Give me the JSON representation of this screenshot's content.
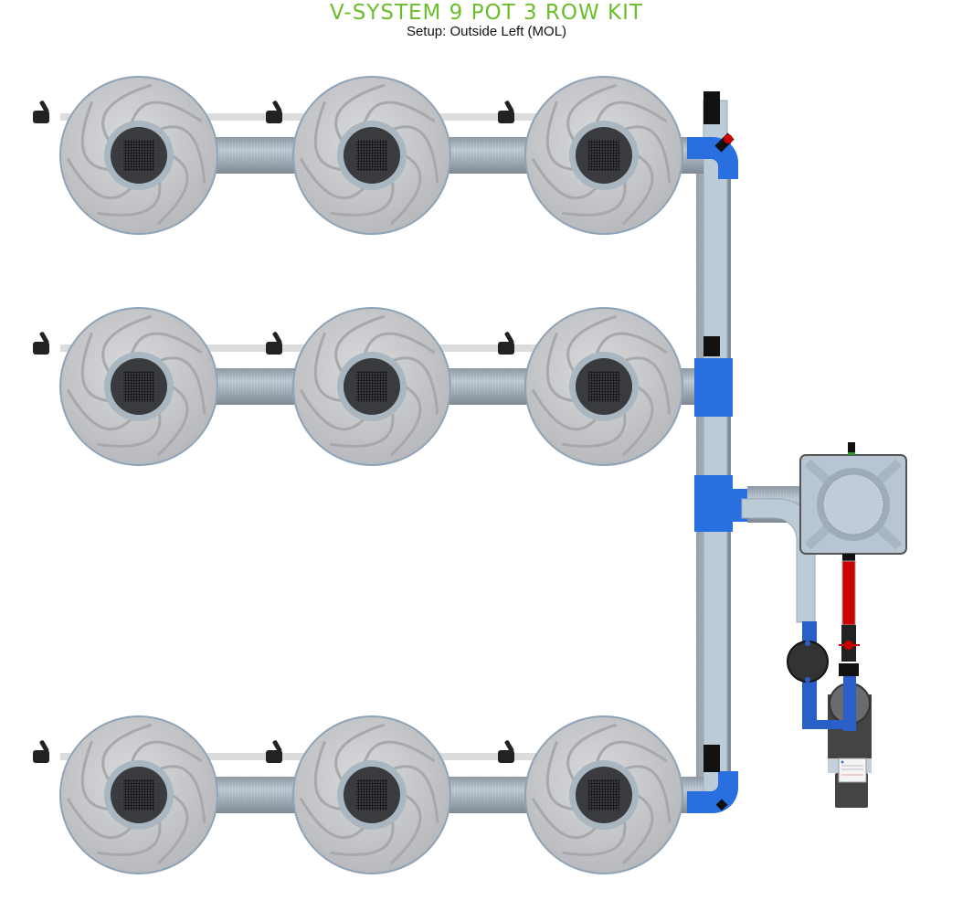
{
  "header": {
    "title": "V-SYSTEM 9 POT 3 ROW KIT",
    "subtitle": "Setup: Outside Left (MOL)"
  },
  "layout": {
    "rows": 3,
    "pots_per_row": 3
  },
  "colors": {
    "title": "#6cbd2c",
    "pot": "#c9cbce",
    "fitting_blue": "#2a6fe0",
    "return_red": "#cc0000",
    "pipe": "#b9c8d6",
    "tank": "#b8c6d3"
  }
}
